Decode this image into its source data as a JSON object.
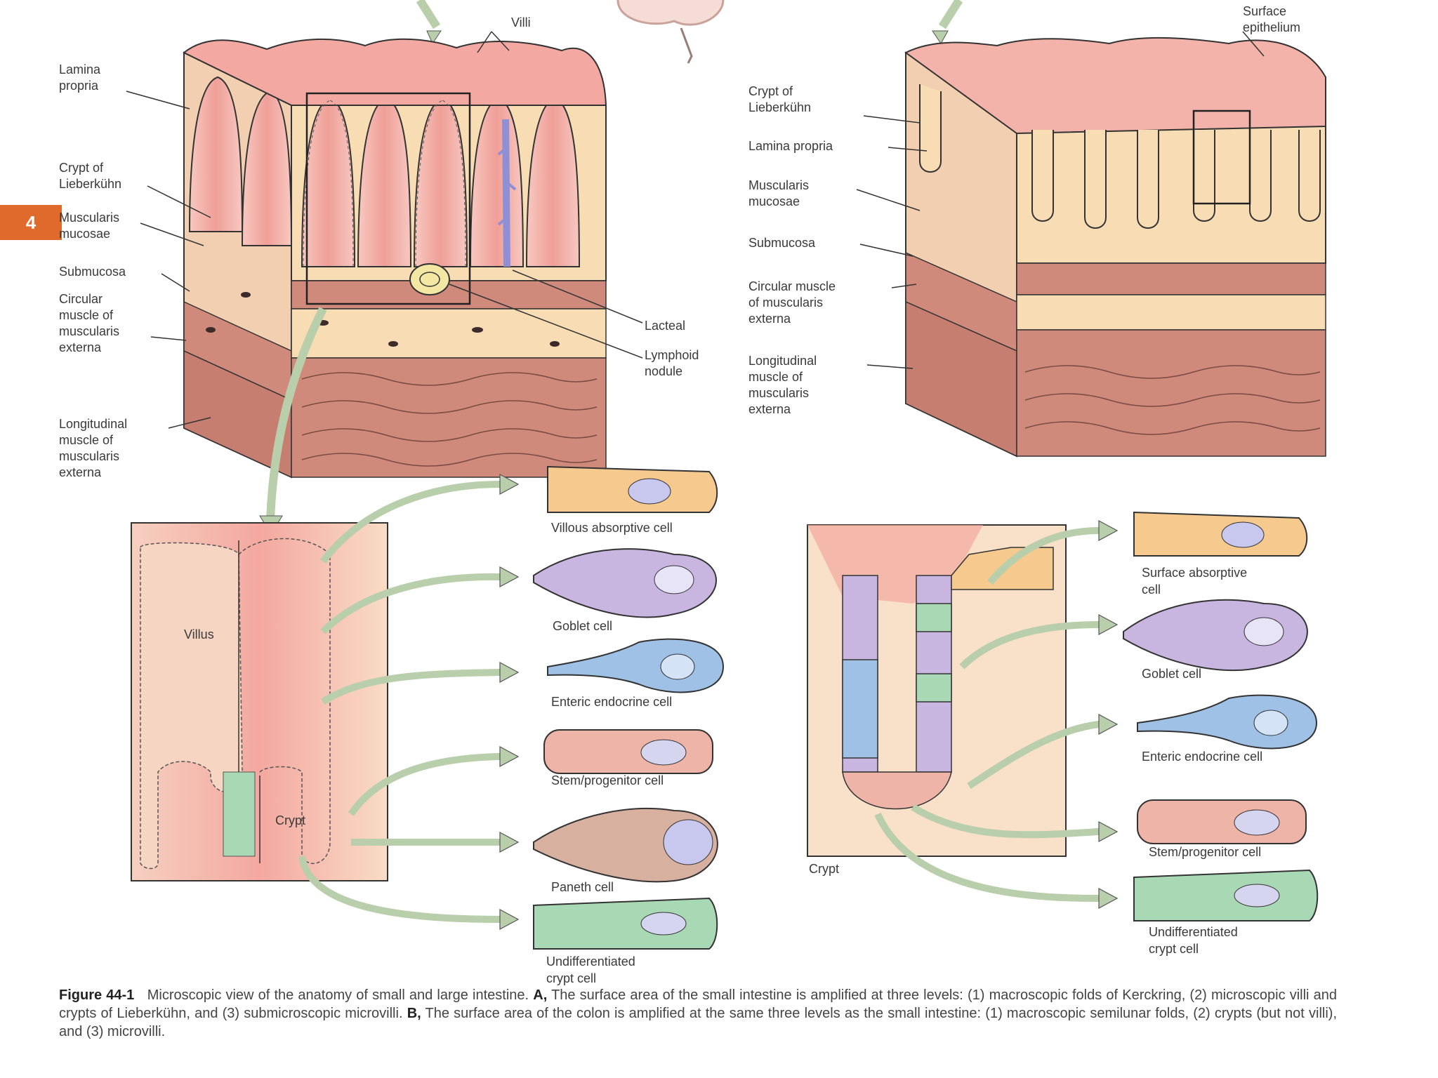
{
  "slide_number": "4",
  "panel_a_labels": {
    "villi": "Villi",
    "lamina_propria": [
      "Lamina",
      "propria"
    ],
    "crypt_of_lieberkuhn": [
      "Crypt of",
      "Lieberkühn"
    ],
    "muscularis_mucosae": [
      "Muscularis",
      "mucosae"
    ],
    "submucosa": "Submucosa",
    "circular_muscle": [
      "Circular",
      "muscle of",
      "muscularis",
      "externa"
    ],
    "longitudinal_muscle": [
      "Longitudinal",
      "muscle of",
      "muscularis",
      "externa"
    ],
    "lacteal": "Lacteal",
    "lymphoid_nodule": [
      "Lymphoid",
      "nodule"
    ]
  },
  "panel_b_labels": {
    "surface_epithelium": [
      "Surface",
      "epithelium"
    ],
    "crypt_of_lieberkuhn": [
      "Crypt of",
      "Lieberkühn"
    ],
    "lamina_propria": "Lamina propria",
    "muscularis_mucosae": [
      "Muscularis",
      "mucosae"
    ],
    "submucosa": "Submucosa",
    "circular_muscle": [
      "Circular muscle",
      "of muscularis",
      "externa"
    ],
    "longitudinal_muscle": [
      "Longitudinal",
      "muscle of",
      "muscularis",
      "externa"
    ]
  },
  "villus_detail_labels": {
    "villus": "Villus",
    "crypt": "Crypt"
  },
  "colon_crypt_label": "Crypt",
  "small_intestine_cells": [
    [
      "Villous absorptive cell"
    ],
    [
      "Goblet cell"
    ],
    [
      "Enteric endocrine cell"
    ],
    [
      "Stem/progenitor cell"
    ],
    [
      "Paneth cell"
    ],
    [
      "Undifferentiated",
      "crypt cell"
    ]
  ],
  "colon_cells": [
    [
      "Surface absorptive",
      "cell"
    ],
    [
      "Goblet cell"
    ],
    [
      "Enteric endocrine cell"
    ],
    [
      "Stem/progenitor cell"
    ],
    [
      "Undifferentiated",
      "crypt cell"
    ]
  ],
  "caption": {
    "figure_label": "Figure 44-1",
    "text_1": "Microscopic view of the anatomy of small and large intestine.",
    "a_marker": "A,",
    "text_2": "The surface area of the small intestine is amplified at three levels: (1) macroscopic folds of Kerckring, (2) microscopic villi and crypts of Lieberkühn, and (3) submicroscopic microvilli.",
    "b_marker": "B,",
    "text_3": "The surface area of the colon is amplified at the same three levels as the small intestine: (1) macroscopic semilunar folds, (2) crypts (but not villi), and (3) microvilli."
  },
  "colors": {
    "badge": "#e06a2c",
    "mucosa_pink": "#f2b3ab",
    "lamina_cream": "#f8dcb4",
    "muscle_red": "#cf8a7c",
    "arrow_green": "#b9ceaa",
    "goblet_purple": "#c9b6e0",
    "endocrine_blue": "#9fc1e6",
    "undiff_green": "#a9d8b4"
  }
}
